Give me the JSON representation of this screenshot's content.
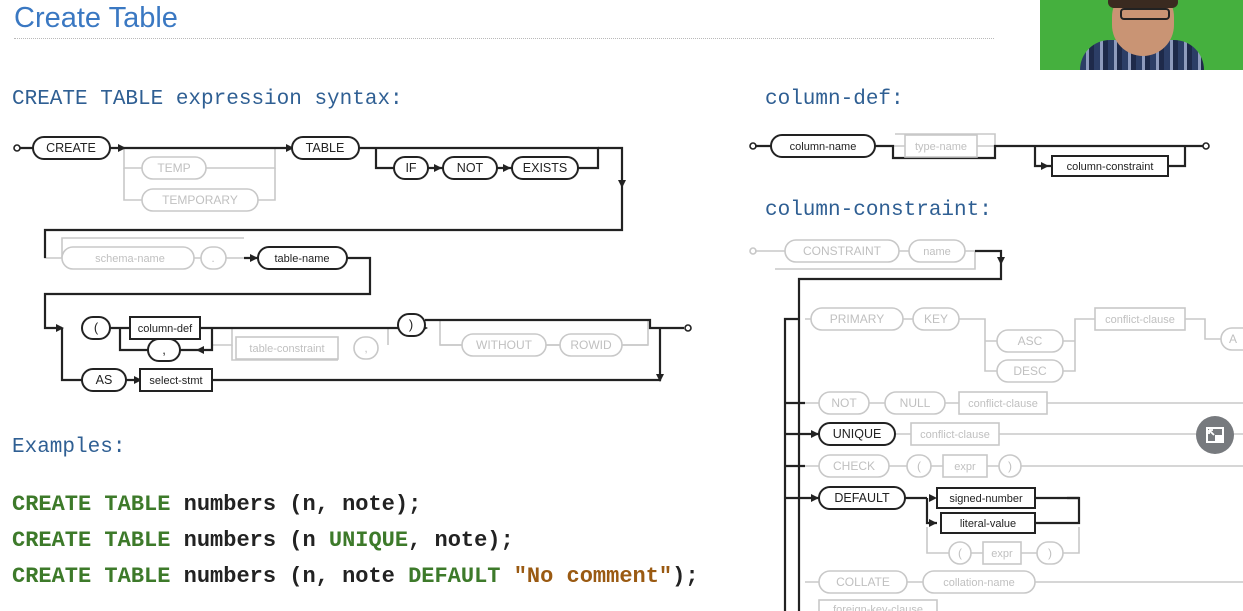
{
  "title": "Create Table",
  "headings": {
    "create_table": "CREATE TABLE expression syntax:",
    "column_def": "column-def:",
    "column_constraint": "column-constraint:",
    "examples": "Examples:"
  },
  "diagram_create": {
    "create": "CREATE",
    "temp": "TEMP",
    "temporary": "TEMPORARY",
    "table": "TABLE",
    "if": "IF",
    "not": "NOT",
    "exists": "EXISTS",
    "schema_name": "schema-name",
    "dot": ".",
    "table_name": "table-name",
    "lparen": "(",
    "column_def": "column-def",
    "comma": ",",
    "table_constraint": "table-constraint",
    "comma2": ",",
    "rparen": ")",
    "without": "WITHOUT",
    "rowid": "ROWID",
    "as": "AS",
    "select_stmt": "select-stmt"
  },
  "diagram_column_def": {
    "column_name": "column-name",
    "type_name": "type-name",
    "column_constraint": "column-constraint"
  },
  "diagram_column_constraint": {
    "constraint": "CONSTRAINT",
    "name": "name",
    "primary": "PRIMARY",
    "key": "KEY",
    "asc": "ASC",
    "desc": "DESC",
    "conflict_clause": "conflict-clause",
    "a_cut": "A",
    "not": "NOT",
    "null": "NULL",
    "conflict_clause_2": "conflict-clause",
    "unique": "UNIQUE",
    "conflict_clause_3": "conflict-clause",
    "check": "CHECK",
    "lparen": "(",
    "expr": "expr",
    "rparen": ")",
    "default": "DEFAULT",
    "signed_number": "signed-number",
    "literal_value": "literal-value",
    "lparen2": "(",
    "expr2": "expr",
    "rparen2": ")",
    "collate": "COLLATE",
    "collation_name": "collation-name",
    "foreign_key_clause": "foreign-key-clause"
  },
  "examples": [
    {
      "kw1": "CREATE TABLE",
      "rest1": " numbers (n, note);",
      "kw2": "",
      "rest2": "",
      "str": "",
      "tail": ""
    },
    {
      "kw1": "CREATE TABLE",
      "rest1": " numbers (n ",
      "kw2": "UNIQUE",
      "rest2": ", note);",
      "str": "",
      "tail": ""
    },
    {
      "kw1": "CREATE TABLE",
      "rest1": " numbers (n, note ",
      "kw2": "DEFAULT",
      "rest2": " ",
      "str": "\"No comment\"",
      "tail": ");"
    }
  ],
  "icons": {
    "pip": "picture-in-picture-icon"
  },
  "colors": {
    "title": "#3a78c2",
    "heading": "#2f5f93",
    "keyword": "#3d7a2a",
    "string": "#9a5a12",
    "faded": "#c8c8c8"
  }
}
